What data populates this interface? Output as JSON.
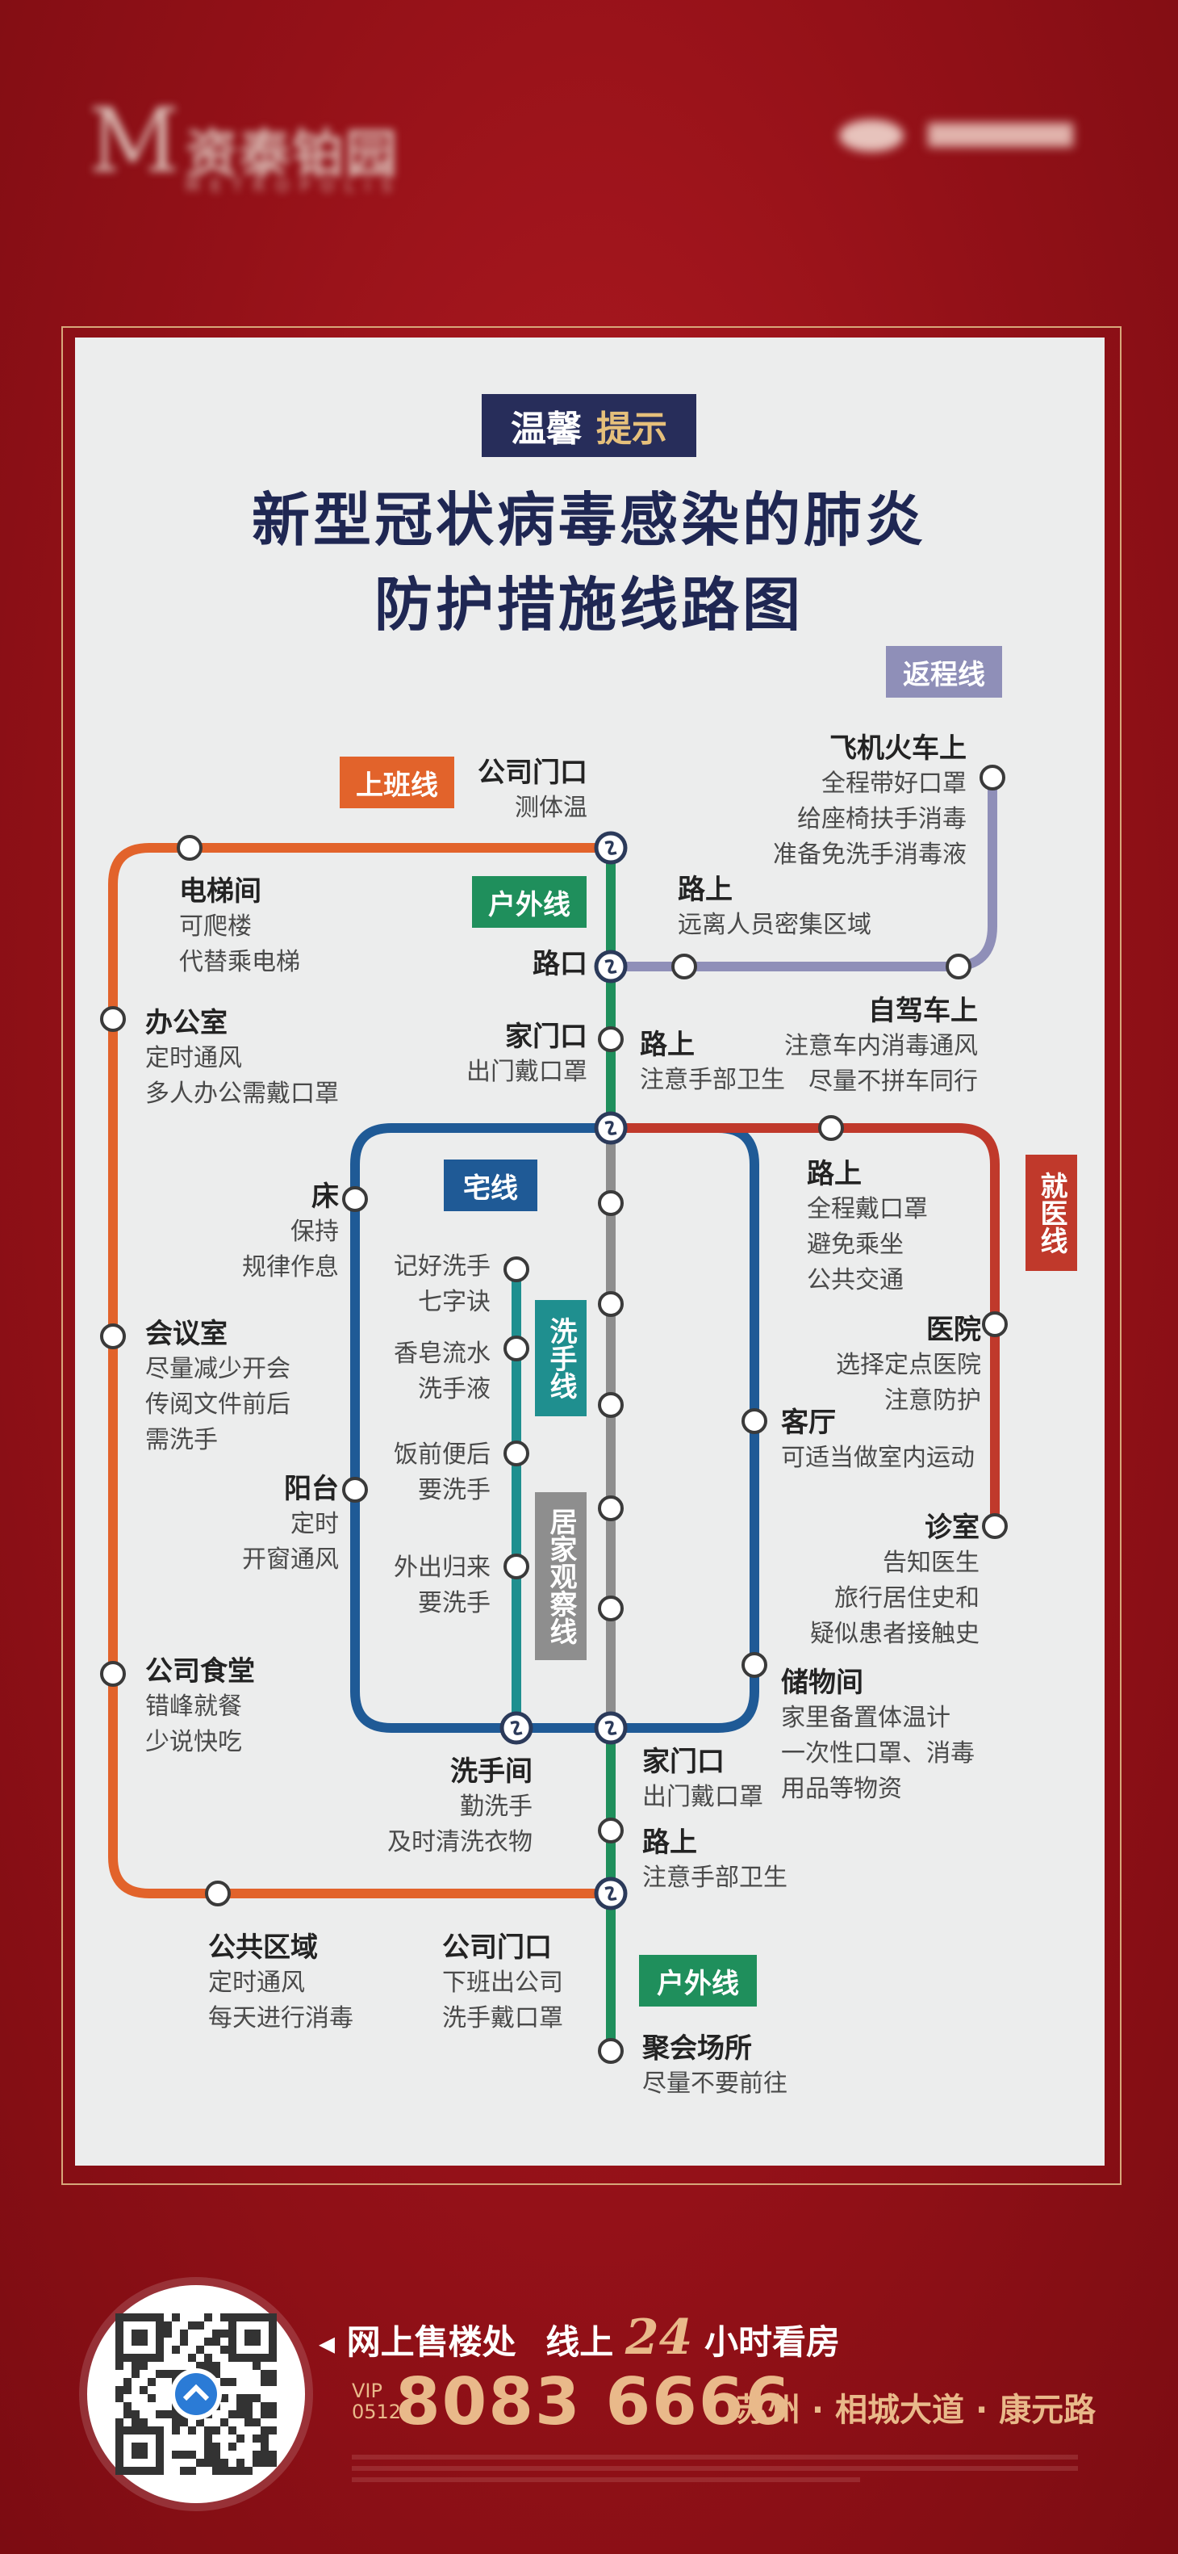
{
  "brand": {
    "logo_text": "资泰铂园",
    "logo_sub": "METROPOLIS"
  },
  "header": {
    "tip_a": "温馨",
    "tip_b": "提示",
    "title_line1": "新型冠状病毒感染的肺炎",
    "title_line2": "防护措施线路图"
  },
  "colors": {
    "work": "#e2632b",
    "outdoor": "#1f8f5c",
    "return": "#8f8fb8",
    "home": "#1f5a96",
    "medical": "#c0392b",
    "wash": "#1f8f8f",
    "observe": "#8e8e8e",
    "navy": "#272d5a"
  },
  "tags": {
    "work": "上班线",
    "outdoor": "户外线",
    "outdoor2": "户外线",
    "return": "返程线",
    "home": "宅线",
    "medical": "就医线",
    "wash": "洗手线",
    "observe": "居家观察线"
  },
  "stations": {
    "company_gate": {
      "h": "公司门口",
      "d": [
        "测体温"
      ]
    },
    "elevator": {
      "h": "电梯间",
      "d": [
        "可爬楼",
        "代替乘电梯"
      ]
    },
    "office": {
      "h": "办公室",
      "d": [
        "定时通风",
        "多人办公需戴口罩"
      ]
    },
    "meeting": {
      "h": "会议室",
      "d": [
        "尽量减少开会",
        "传阅文件前后",
        "需洗手"
      ]
    },
    "canteen": {
      "h": "公司食堂",
      "d": [
        "错峰就餐",
        "少说快吃"
      ]
    },
    "public": {
      "h": "公共区域",
      "d": [
        "定时通风",
        "每天进行消毒"
      ]
    },
    "company_gate2": {
      "h": "公司门口",
      "d": [
        "下班出公司",
        "洗手戴口罩"
      ]
    },
    "road_cross": {
      "h": "路口",
      "d": []
    },
    "home_door": {
      "h": "家门口",
      "d": [
        "出门戴口罩"
      ]
    },
    "road1": {
      "h": "路上",
      "d": [
        "注意手部卫生"
      ]
    },
    "plane": {
      "h": "飞机火车上",
      "d": [
        "全程带好口罩",
        "给座椅扶手消毒",
        "准备免洗手消毒液"
      ]
    },
    "road_ret": {
      "h": "路上",
      "d": [
        "远离人员密集区域"
      ]
    },
    "car": {
      "h": "自驾车上",
      "d": [
        "注意车内消毒通风",
        "尽量不拼车同行"
      ]
    },
    "road_med": {
      "h": "路上",
      "d": [
        "全程戴口罩",
        "避免乘坐",
        "公共交通"
      ]
    },
    "hospital": {
      "h": "医院",
      "d": [
        "选择定点医院",
        "注意防护"
      ]
    },
    "clinic": {
      "h": "诊室",
      "d": [
        "告知医生",
        "旅行居住史和",
        "疑似患者接触史"
      ]
    },
    "bed": {
      "h": "床",
      "d": [
        "保持",
        "规律作息"
      ]
    },
    "balcony": {
      "h": "阳台",
      "d": [
        "定时",
        "开窗通风"
      ]
    },
    "living": {
      "h": "客厅",
      "d": [
        "可适当做室内运动"
      ]
    },
    "storage": {
      "h": "储物间",
      "d": [
        "家里备置体温计",
        "一次性口罩、消毒",
        "用品等物资"
      ]
    },
    "wash1": {
      "d": [
        "记好洗手",
        "七字诀"
      ]
    },
    "wash2": {
      "d": [
        "香皂流水",
        "洗手液"
      ]
    },
    "wash3": {
      "d": [
        "饭前便后",
        "要洗手"
      ]
    },
    "wash4": {
      "d": [
        "外出归来",
        "要洗手"
      ]
    },
    "washroom": {
      "h": "洗手间",
      "d": [
        "勤洗手",
        "及时清洗衣物"
      ]
    },
    "home_door2": {
      "h": "家门口",
      "d": [
        "出门戴口罩"
      ]
    },
    "road2": {
      "h": "路上",
      "d": [
        "注意手部卫生"
      ]
    },
    "gathering": {
      "h": "聚会场所",
      "d": [
        "尽量不要前往"
      ]
    }
  },
  "footer": {
    "line1_a": "网上售楼处",
    "line1_b": "线上",
    "line1_num": "24",
    "line1_c": "小时看房",
    "vip": "VIP",
    "area_code": "0512",
    "phone": "8083 6666",
    "address": "苏州 · 相城大道 · 康元路"
  }
}
